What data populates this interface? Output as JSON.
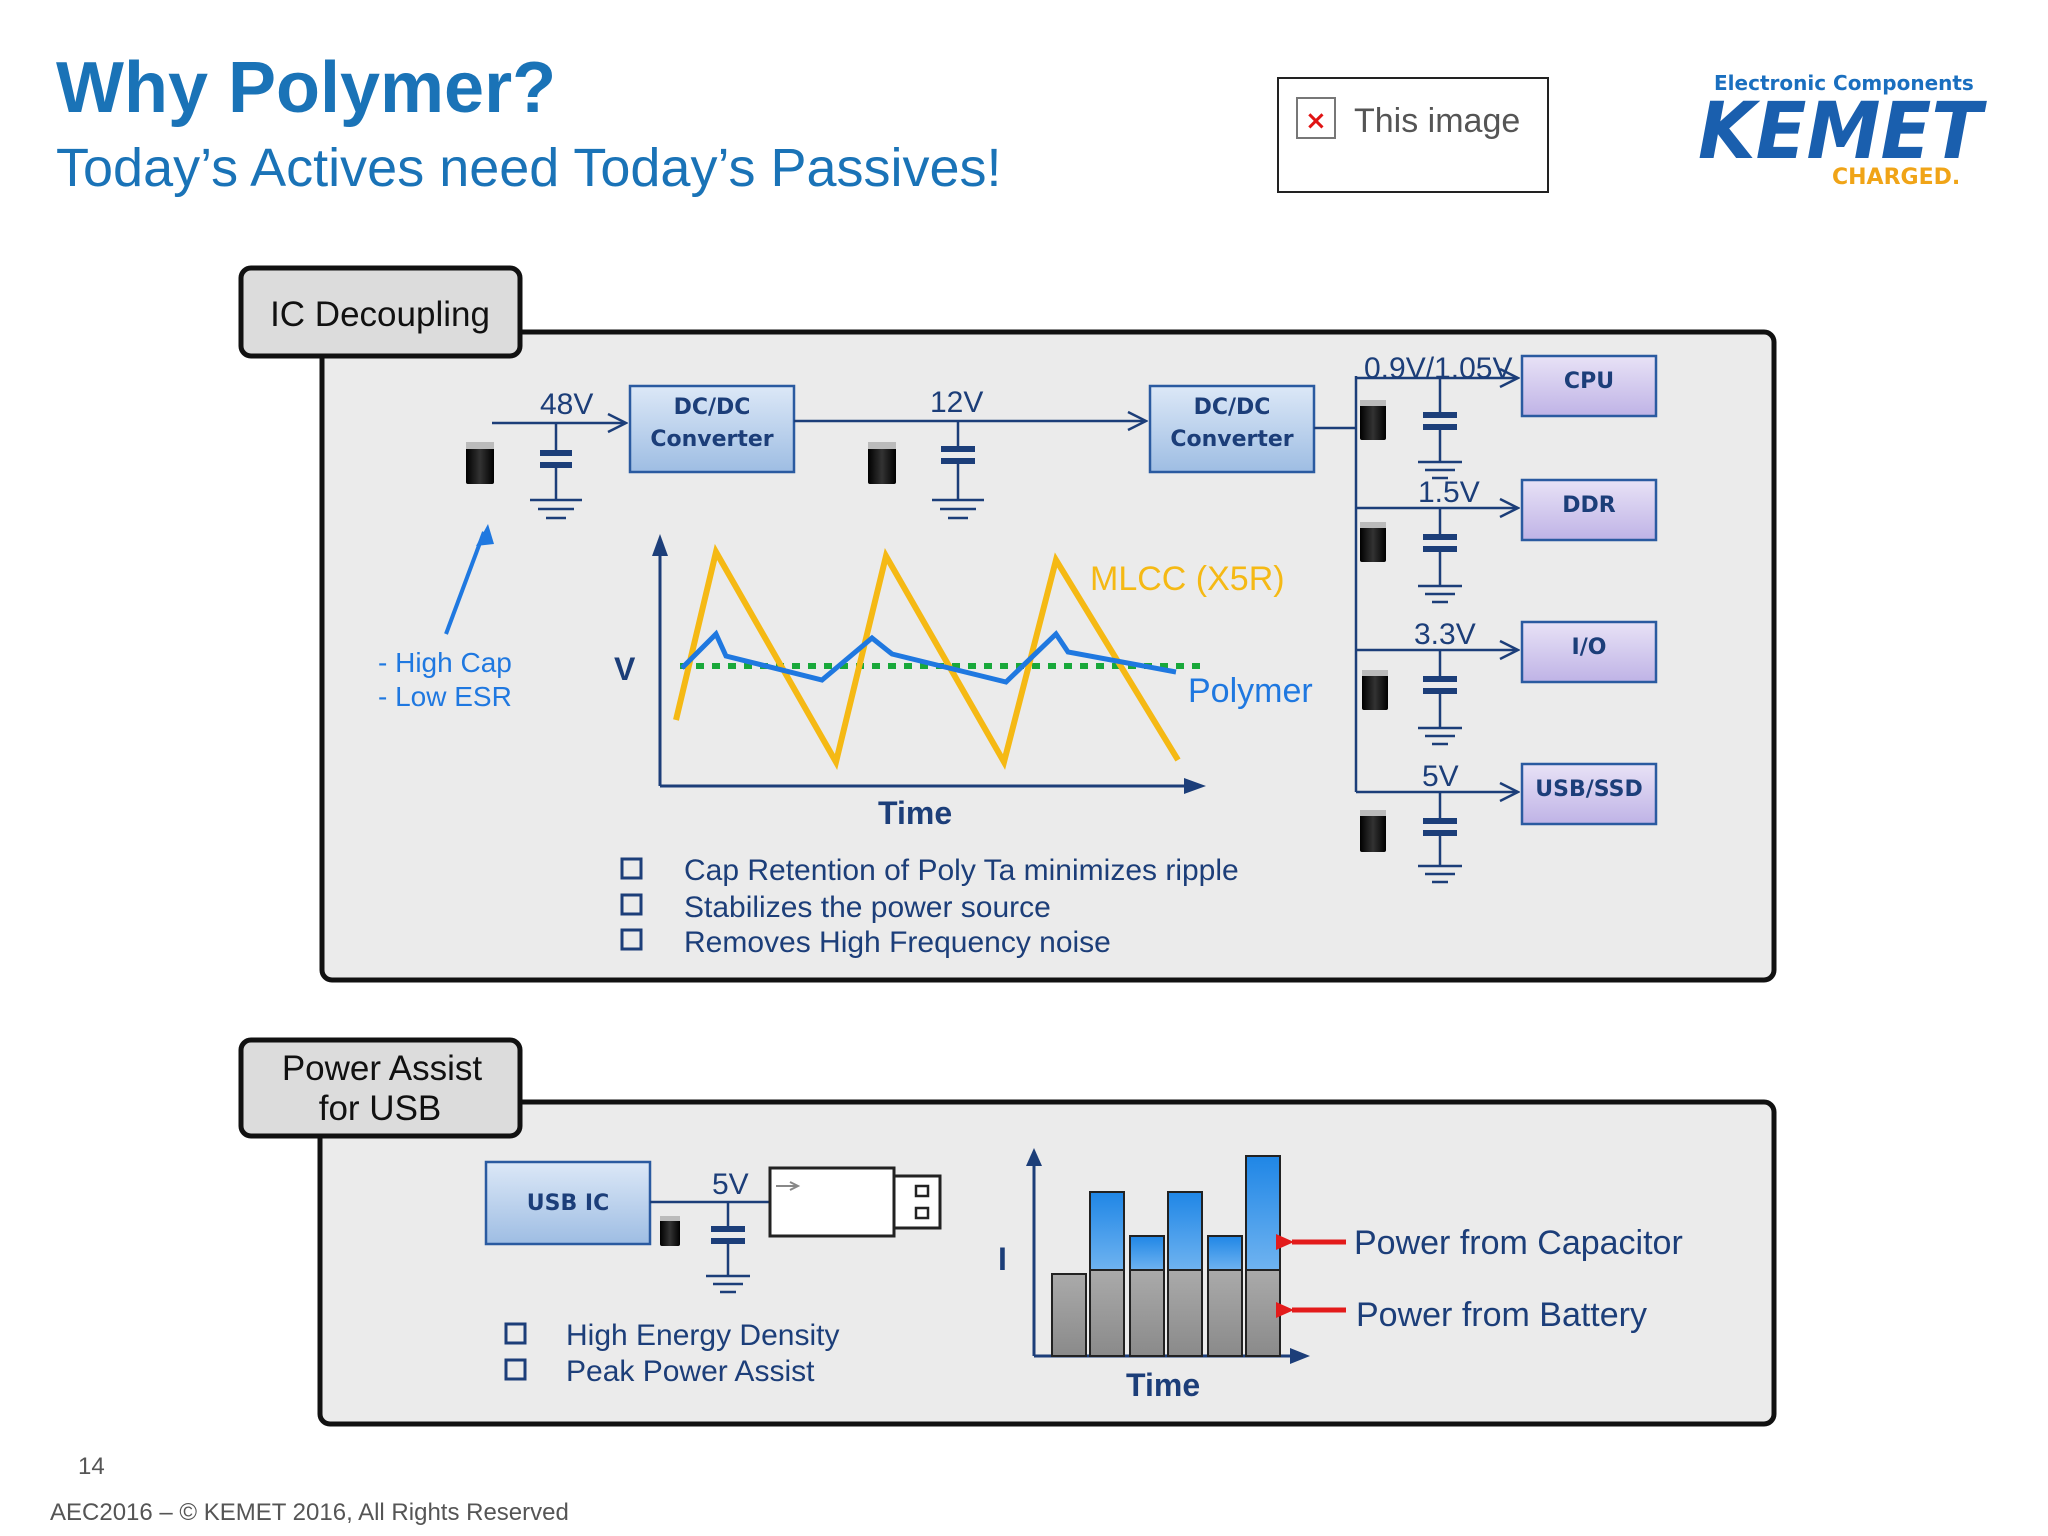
{
  "header": {
    "title": "Why Polymer?",
    "subtitle": "Today’s Actives need Today’s Passives!",
    "broken_image_alt": "This image"
  },
  "logo": {
    "top_text": "Electronic Components",
    "brand": "KEMET",
    "tagline": "CHARGED."
  },
  "ic_decoupling": {
    "tab_label": "IC Decoupling",
    "input_voltage": "48V",
    "converter_1": [
      "DC/DC",
      "Converter"
    ],
    "intermediate_voltage": "12V",
    "converter_2": [
      "DC/DC",
      "Converter"
    ],
    "rails": [
      {
        "voltage": "0.9V/1.05V",
        "load": "CPU"
      },
      {
        "voltage": "1.5V",
        "load": "DDR"
      },
      {
        "voltage": "3.3V",
        "load": "I/O"
      },
      {
        "voltage": "5V",
        "load": "USB/SSD"
      }
    ],
    "cap_notes": [
      "- High Cap",
      "- Low ESR"
    ],
    "ripple_plot": {
      "y_axis_label": "V",
      "x_axis_label": "Time",
      "mlcc_label": "MLCC (X5R)",
      "polymer_label": "Polymer"
    },
    "bullets": [
      "Cap Retention of Poly Ta minimizes ripple",
      "Stabilizes the power source",
      "Removes High Frequency noise"
    ],
    "colors": {
      "mlcc": "#f5b914",
      "polymer": "#1f78e0",
      "reference": "#19a83a"
    }
  },
  "power_assist": {
    "tab_label_lines": [
      "Power Assist",
      "for USB"
    ],
    "ic_label": "USB IC",
    "voltage": "5V",
    "bullets": [
      "High Energy Density",
      "Peak Power Assist"
    ],
    "chart": {
      "y_axis_label": "I",
      "x_axis_label": "Time",
      "legend_capacitor": "Power from Capacitor",
      "legend_battery": "Power from Battery",
      "colors": {
        "capacitor": "#1f86e6",
        "battery": "#9a9a9a"
      }
    }
  },
  "footer": {
    "page_number": "14",
    "copyright": "AEC2016 – © KEMET 2016, All Rights Reserved"
  }
}
